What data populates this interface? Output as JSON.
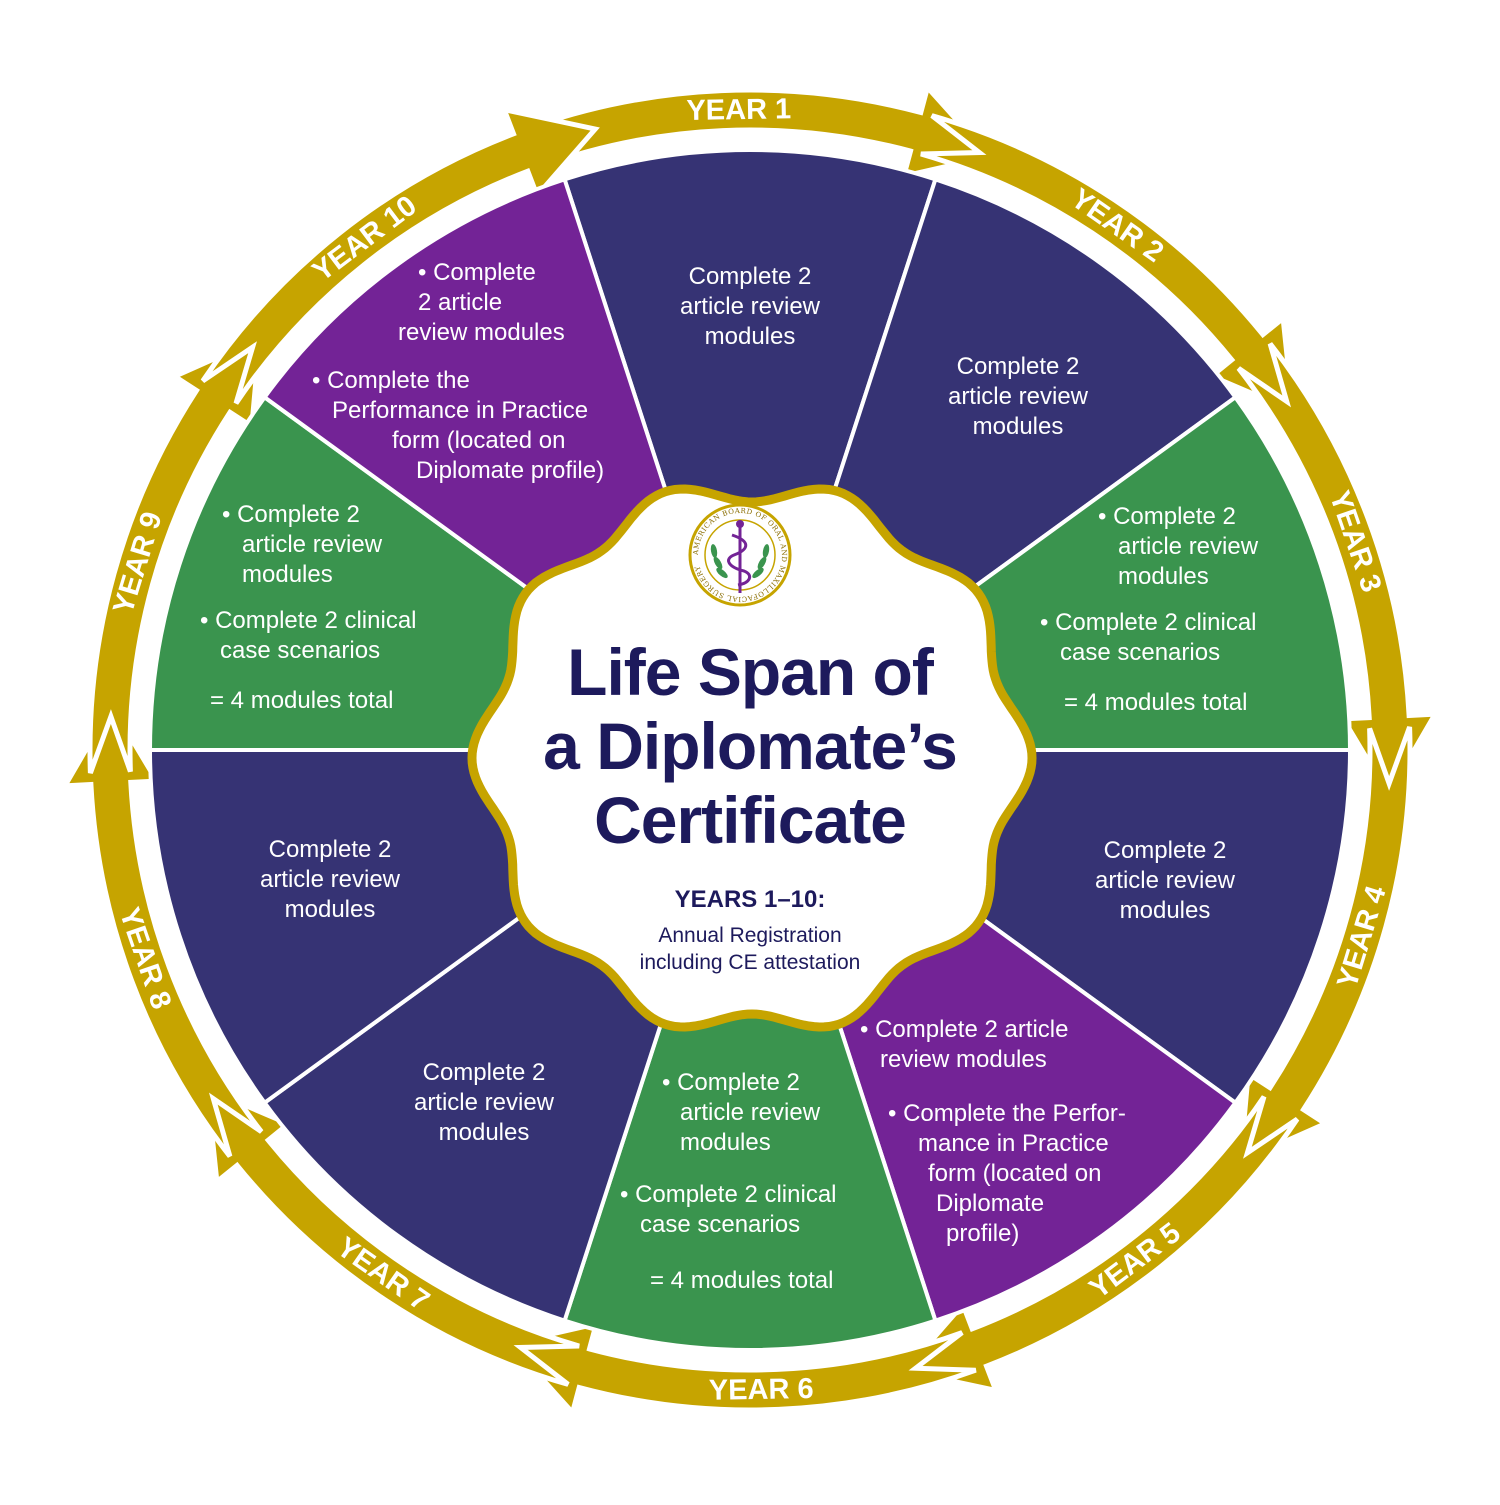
{
  "title": [
    "Life Span of",
    "a Diplomate’s",
    "Certificate"
  ],
  "center_heading": "YEARS 1–10:",
  "center_note": [
    "Annual Registration",
    "including CE attestation"
  ],
  "seal_text": "AMERICAN BOARD OF ORAL AND MAXILLOFACIAL SURGERY",
  "year_labels": [
    "YEAR 1",
    "YEAR 2",
    "YEAR 3",
    "YEAR 4",
    "YEAR 5",
    "YEAR 6",
    "YEAR 7",
    "YEAR 8",
    "YEAR 9",
    "YEAR 10"
  ],
  "segments": [
    {
      "year": "YEAR 1",
      "color": "#363374",
      "lines": [
        "Complete 2",
        "article review",
        "modules"
      ]
    },
    {
      "year": "YEAR 2",
      "color": "#363374",
      "lines": [
        "Complete 2",
        "article review",
        "modules"
      ]
    },
    {
      "year": "YEAR 3",
      "color": "#3a944e",
      "lines": [
        "• Complete 2",
        "article review",
        "modules",
        "• Complete 2 clinical",
        "case scenarios",
        "= 4 modules total"
      ]
    },
    {
      "year": "YEAR 4",
      "color": "#363374",
      "lines": [
        "Complete 2",
        "article review",
        "modules"
      ]
    },
    {
      "year": "YEAR 5",
      "color": "#732396",
      "lines": [
        "• Complete 2 article",
        "review modules",
        "• Complete the Perfor-",
        "mance in Practice",
        "form (located on",
        "Diplomate",
        "profile)"
      ]
    },
    {
      "year": "YEAR 6",
      "color": "#3a944e",
      "lines": [
        "• Complete 2",
        "article review",
        "modules",
        "• Complete 2 clinical",
        "case scenarios",
        "= 4 modules total"
      ]
    },
    {
      "year": "YEAR 7",
      "color": "#363374",
      "lines": [
        "Complete 2",
        "article review",
        "modules"
      ]
    },
    {
      "year": "YEAR 8",
      "color": "#363374",
      "lines": [
        "Complete 2",
        "article review",
        "modules"
      ]
    },
    {
      "year": "YEAR 9",
      "color": "#3a944e",
      "lines": [
        "• Complete 2",
        "article review",
        "modules",
        "• Complete 2 clinical",
        "case scenarios",
        "= 4 modules total"
      ]
    },
    {
      "year": "YEAR 10",
      "color": "#732396",
      "lines": [
        "• Complete",
        "2 article",
        "review modules",
        "• Complete the",
        "Performance in Practice",
        "form (located on",
        "Diplomate profile)"
      ]
    }
  ],
  "colors": {
    "gold": "#c6a400",
    "navy": "#363374",
    "green": "#3a944e",
    "purple": "#732396",
    "title": "#1d1a5c",
    "white": "#ffffff"
  },
  "icons": [
    "caduceus-icon",
    "laurel-icon",
    "seal-icon"
  ]
}
